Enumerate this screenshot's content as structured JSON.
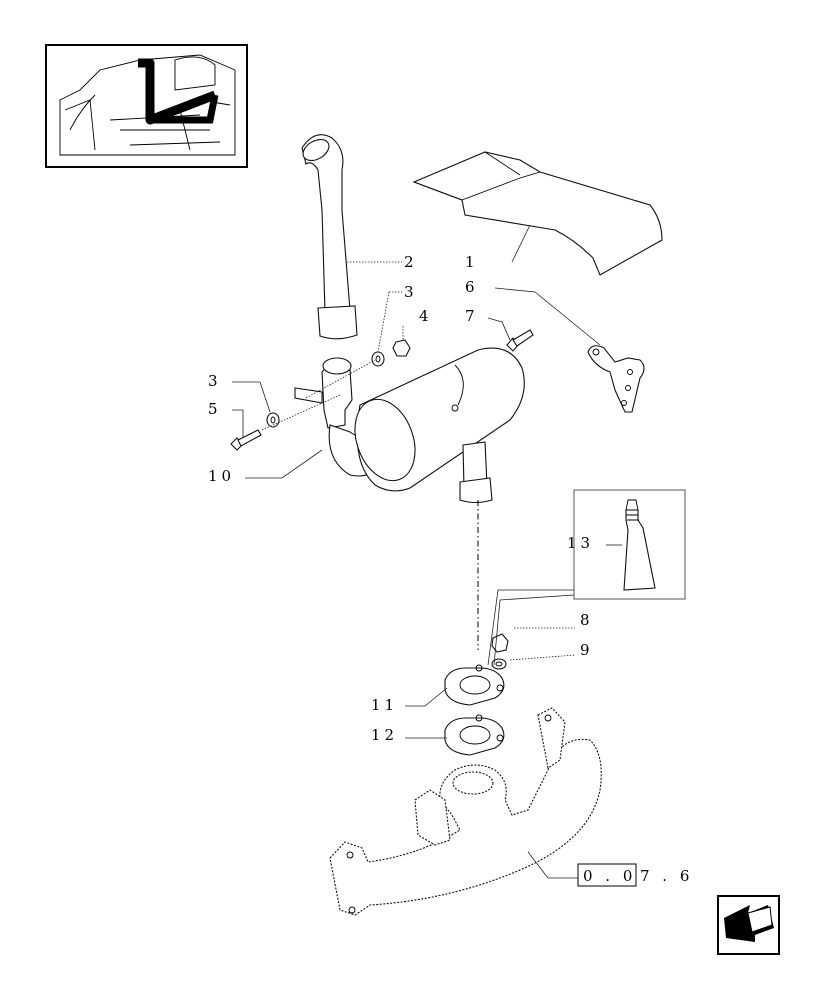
{
  "callouts": [
    "1",
    "2",
    "3",
    "4",
    "3",
    "5",
    "6",
    "7",
    "10",
    "13",
    "8",
    "9",
    "11",
    "12"
  ],
  "reference": {
    "boxed": "0 . 0",
    "rest": "7 . 6"
  },
  "icons": {
    "thumbnail": "engine-location-thumbnail",
    "nav": "previous-page-arrow-icon"
  }
}
